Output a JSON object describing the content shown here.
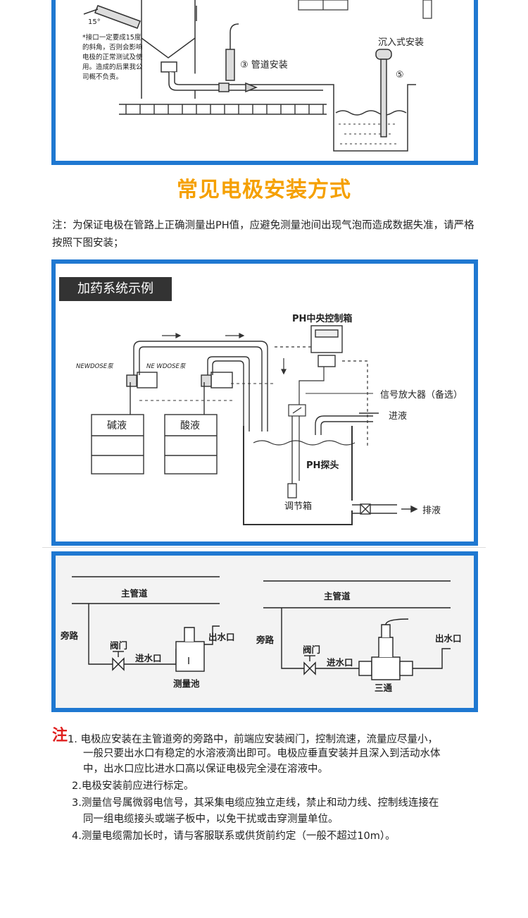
{
  "top_diagram": {
    "angle_label": "15°",
    "warning_text": [
      "*接口一定要成15度",
      "的斜角，否则会影响",
      "电极的正常测试及使",
      "用。造成的后果我公",
      "司概不负责。"
    ],
    "pipe_label": "③ 管道安装",
    "submerged_label": "沉入式安装",
    "submerged_number": "⑤"
  },
  "section_title": "常见电极安装方式",
  "note_intro": "注：为保证电极在管路上正确测量出PH值，应避免测量池间出现气泡而造成数据失准，请严格按照下图安装；",
  "dosing": {
    "title": "加药系统示例",
    "controller": "PH中央控制箱",
    "pump1": "NEWDOSE泵",
    "pump2": "NE WDOSE泵",
    "alkali": "碱液",
    "acid": "酸液",
    "amplifier": "信号放大器（备选）",
    "inlet": "进液",
    "probe": "PH探头",
    "tank": "调节箱",
    "drain": "排液"
  },
  "bypass": {
    "left": {
      "main_pipe": "主管道",
      "bypass": "旁路",
      "valve": "阀门",
      "inlet": "进水口",
      "outlet": "出水口",
      "cell": "测量池"
    },
    "right": {
      "main_pipe": "主管道",
      "bypass": "旁路",
      "valve": "阀门",
      "inlet": "进水口",
      "outlet": "出水口",
      "tee": "三通"
    }
  },
  "notes": {
    "mark": "注",
    "items": [
      "1. 电极应安装在主管道旁的旁路中，前端应安装阀门，控制流速，流量应尽量小，",
      "一般只要出水口有稳定的水溶液滴出即可。电极应垂直安装并且深入到活动水体",
      "中，出水口应比进水口高以保证电极完全浸在溶液中。",
      "2.电极安装前应进行标定。",
      "3.测量信号属微弱电信号，其采集电缆应独立走线，禁止和动力线、控制线连接在",
      "同一组电缆接头或端子板中，以免干扰或击穿测量单位。",
      "4.测量电缆需加长时，请与客服联系或供货前约定（一般不超过10m）。"
    ]
  },
  "colors": {
    "frame": "#1f78d1",
    "title": "#f5a000",
    "mark": "#e0201f"
  }
}
